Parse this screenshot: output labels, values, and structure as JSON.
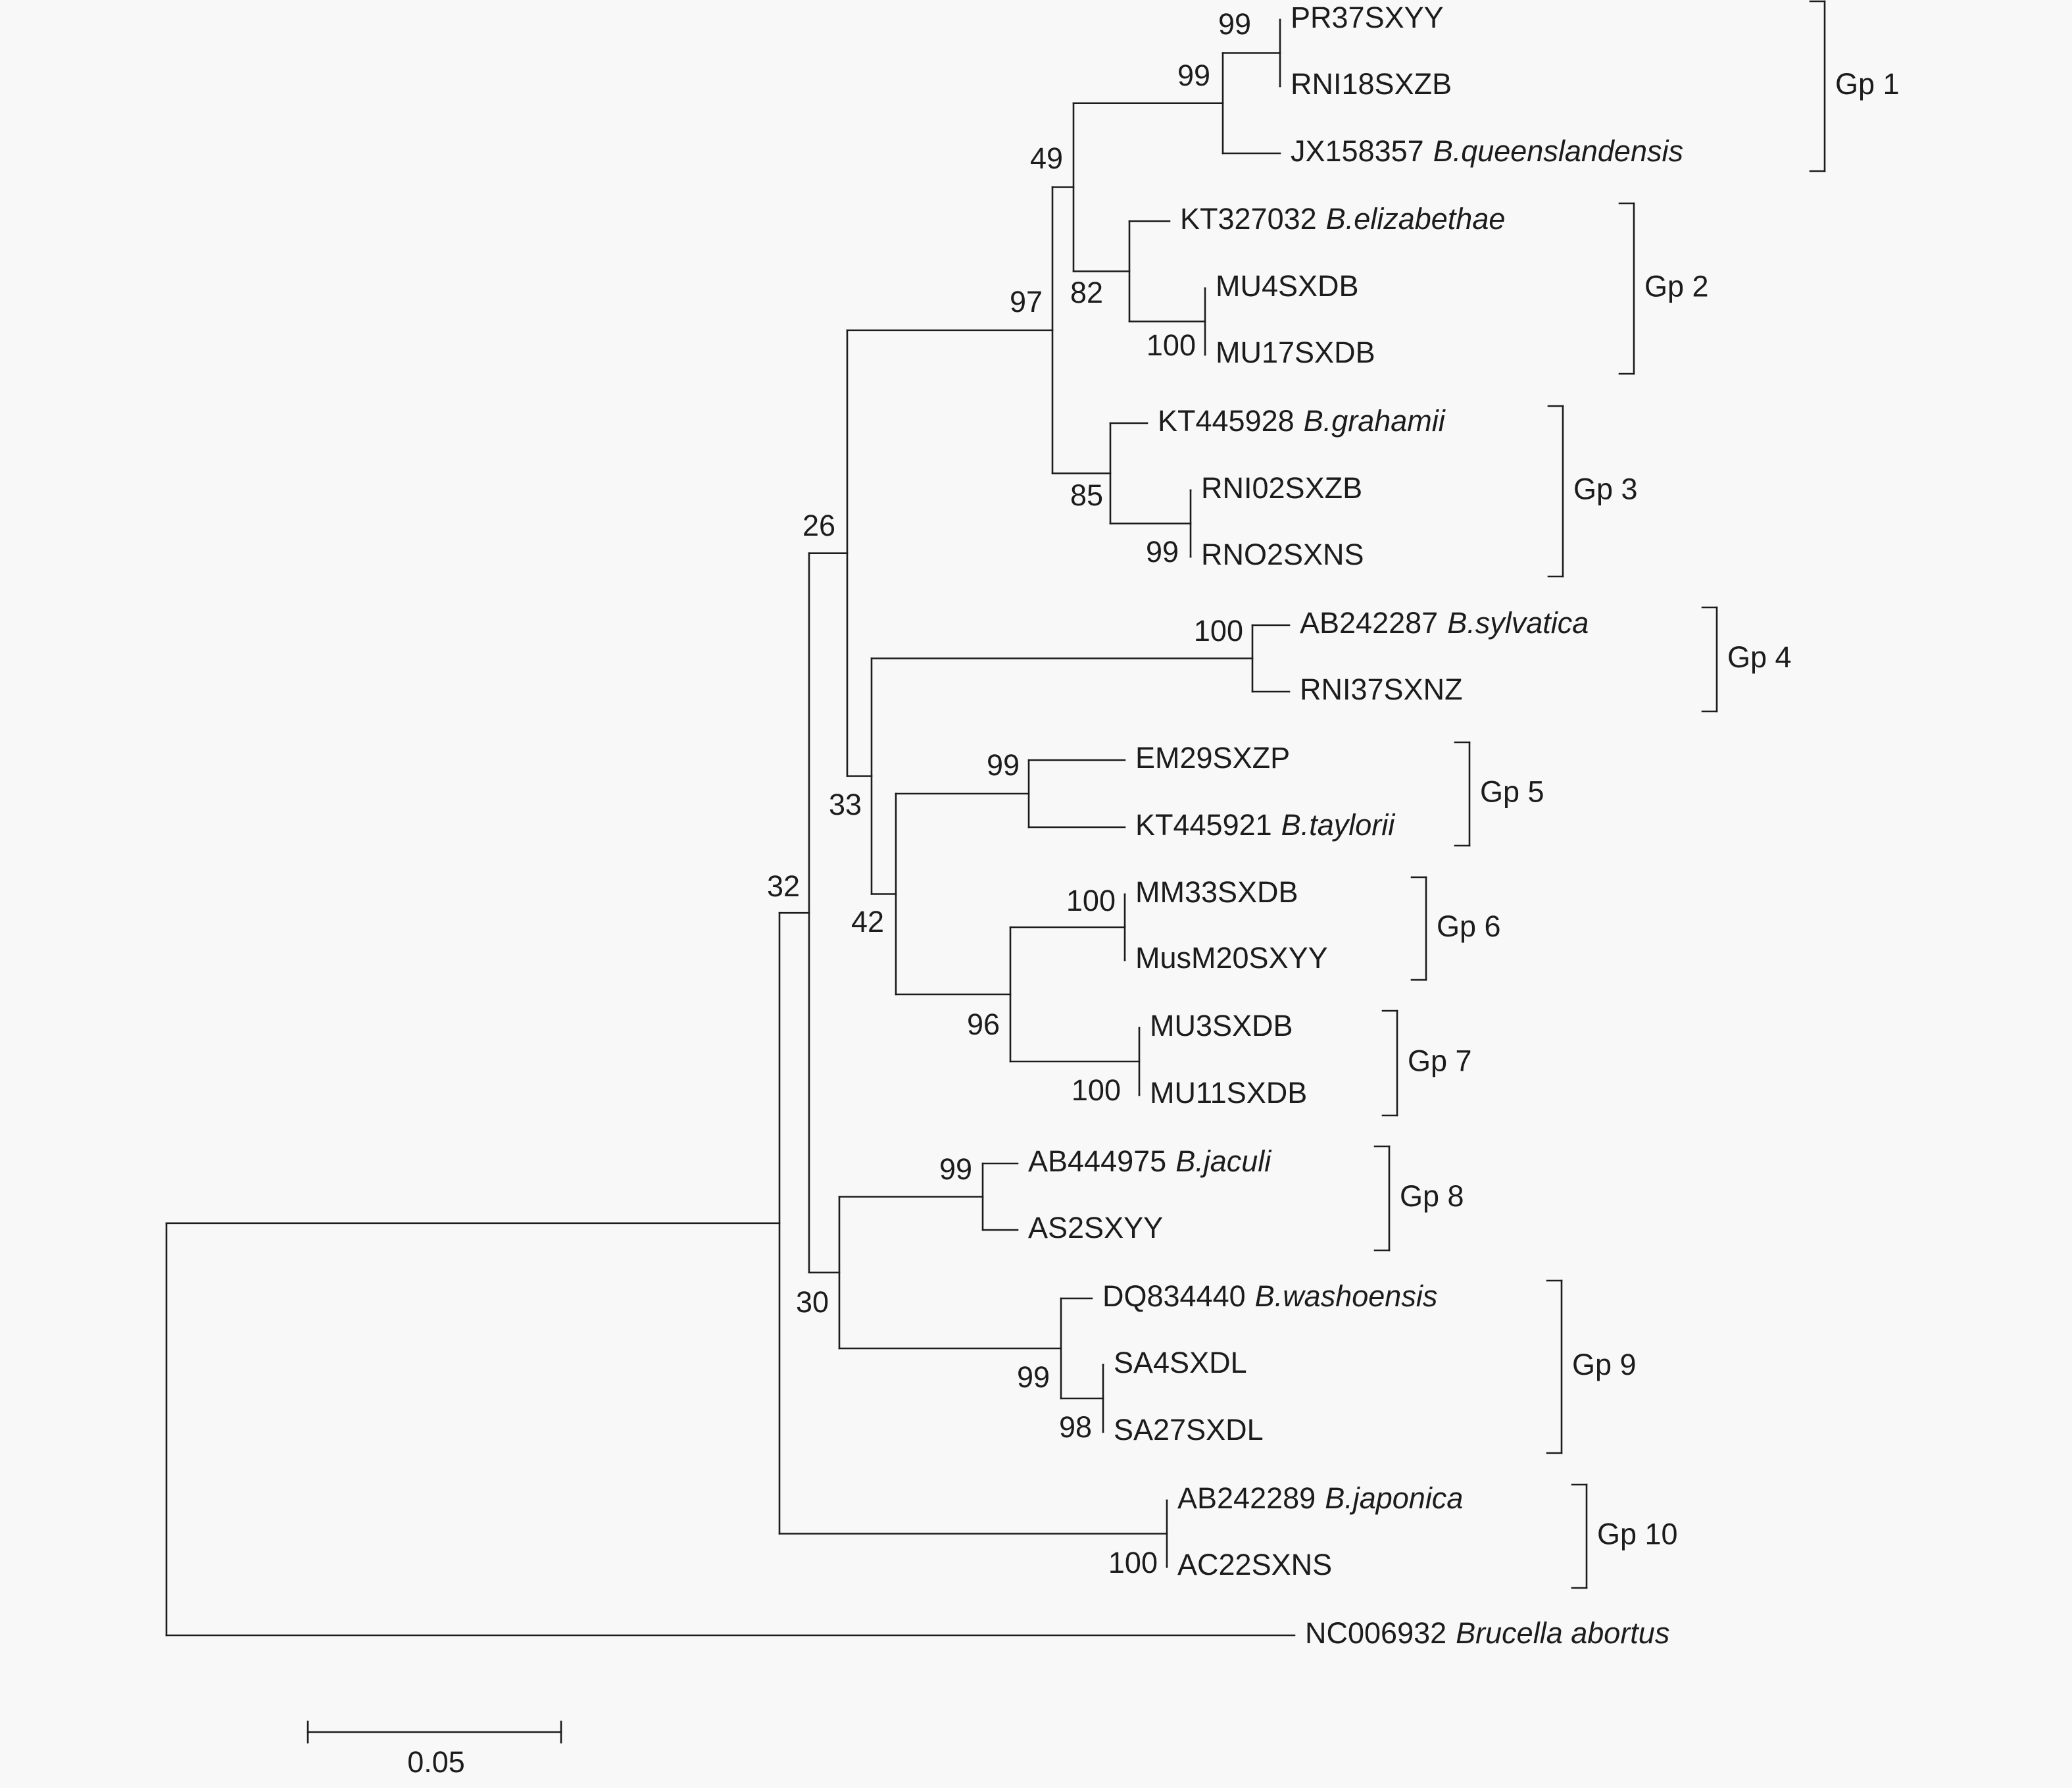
{
  "taxa": [
    {
      "id": "PR37SXYY",
      "accession": "PR37SXYY",
      "species": ""
    },
    {
      "id": "RNI18SXZB",
      "accession": "RNI18SXZB",
      "species": ""
    },
    {
      "id": "JX158357",
      "accession": "JX158357",
      "species": "B.queenslandensis"
    },
    {
      "id": "KT327032",
      "accession": "KT327032",
      "species": "B.elizabethae"
    },
    {
      "id": "MU4SXDB",
      "accession": "MU4SXDB",
      "species": ""
    },
    {
      "id": "MU17SXDB",
      "accession": "MU17SXDB",
      "species": ""
    },
    {
      "id": "KT445928",
      "accession": "KT445928",
      "species": "B.grahamii"
    },
    {
      "id": "RNI02SXZB",
      "accession": "RNI02SXZB",
      "species": ""
    },
    {
      "id": "RNO2SXNS",
      "accession": "RNO2SXNS",
      "species": ""
    },
    {
      "id": "AB242287",
      "accession": "AB242287",
      "species": "B.sylvatica"
    },
    {
      "id": "RNI37SXNZ",
      "accession": "RNI37SXNZ",
      "species": ""
    },
    {
      "id": "EM29SXZP",
      "accession": "EM29SXZP",
      "species": ""
    },
    {
      "id": "KT445921",
      "accession": "KT445921",
      "species": "B.taylorii"
    },
    {
      "id": "MM33SXDB",
      "accession": "MM33SXDB",
      "species": ""
    },
    {
      "id": "MusM20SXYY",
      "accession": "MusM20SXYY",
      "species": ""
    },
    {
      "id": "MU3SXDB",
      "accession": "MU3SXDB",
      "species": ""
    },
    {
      "id": "MU11SXDB",
      "accession": "MU11SXDB",
      "species": ""
    },
    {
      "id": "AB444975",
      "accession": "AB444975",
      "species": "B.jaculi"
    },
    {
      "id": "AS2SXYY",
      "accession": "AS2SXYY",
      "species": ""
    },
    {
      "id": "DQ834440",
      "accession": "DQ834440",
      "species": "B.washoensis"
    },
    {
      "id": "SA4SXDL",
      "accession": "SA4SXDL",
      "species": ""
    },
    {
      "id": "SA27SXDL",
      "accession": "SA27SXDL",
      "species": ""
    },
    {
      "id": "AB242289",
      "accession": "AB242289",
      "species": "B.japonica"
    },
    {
      "id": "AC22SXNS",
      "accession": "AC22SXNS",
      "species": ""
    },
    {
      "id": "NC006932",
      "accession": "NC006932",
      "species": "Brucella abortus"
    }
  ],
  "bootstrap_values": [
    "99",
    "99",
    "49",
    "82",
    "100",
    "97",
    "85",
    "99",
    "26",
    "100",
    "99",
    "33",
    "100",
    "42",
    "96",
    "100",
    "32",
    "99",
    "30",
    "99",
    "98",
    "100"
  ],
  "groups": [
    "Gp 1",
    "Gp 2",
    "Gp 3",
    "Gp 4",
    "Gp 5",
    "Gp 6",
    "Gp 7",
    "Gp 8",
    "Gp 9",
    "Gp 10"
  ],
  "scale_bar": {
    "label": "0.05",
    "value": 0.05
  }
}
